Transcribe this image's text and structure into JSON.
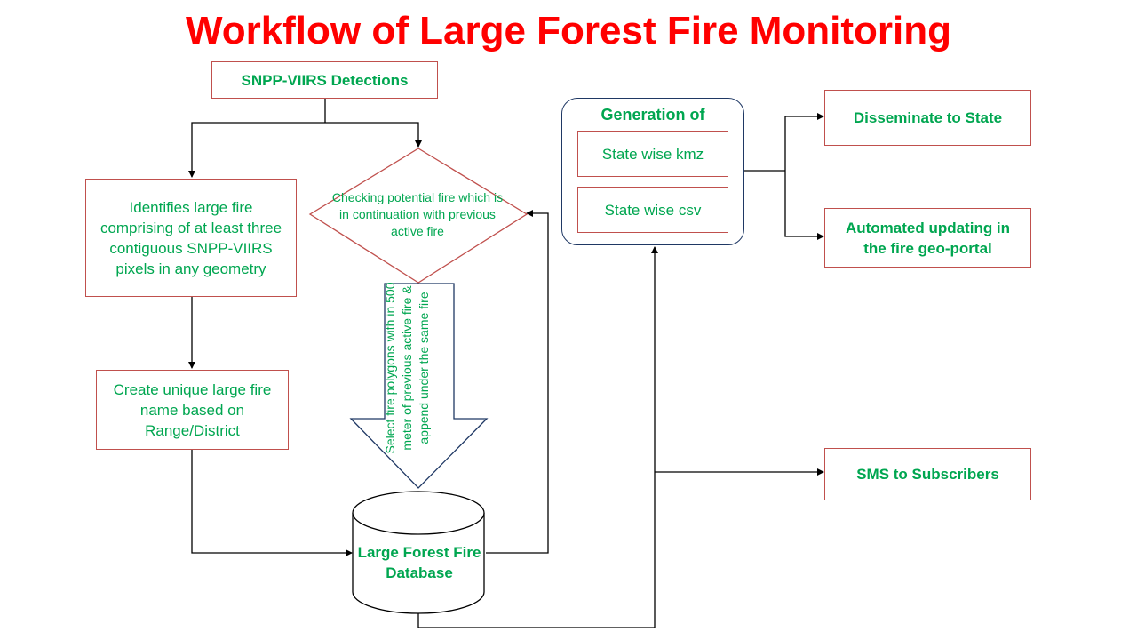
{
  "title": "Workflow of Large Forest Fire Monitoring",
  "nodes": {
    "snpp": "SNPP-VIIRS Detections",
    "identifies": "Identifies large fire comprising of at least three contiguous SNPP-VIIRS pixels in any geometry",
    "create_name": "Create unique large fire name based on Range/District",
    "checking": "Checking potential fire which is in continuation with previous active fire",
    "select": "Select fire polygons with in 500 meter of previous active fire & append under the same fire",
    "database": "Large Forest Fire Database",
    "generation_title": "Generation  of",
    "kmz": "State wise kmz",
    "csv": "State wise csv",
    "disseminate": "Disseminate to State",
    "automated": "Automated updating in the fire geo-portal",
    "sms": "SMS to Subscribers"
  },
  "colors": {
    "title": "#ff0000",
    "text": "#00a650",
    "box_border": "#c0504d",
    "group_border": "#1f3864",
    "connector": "#000000"
  }
}
